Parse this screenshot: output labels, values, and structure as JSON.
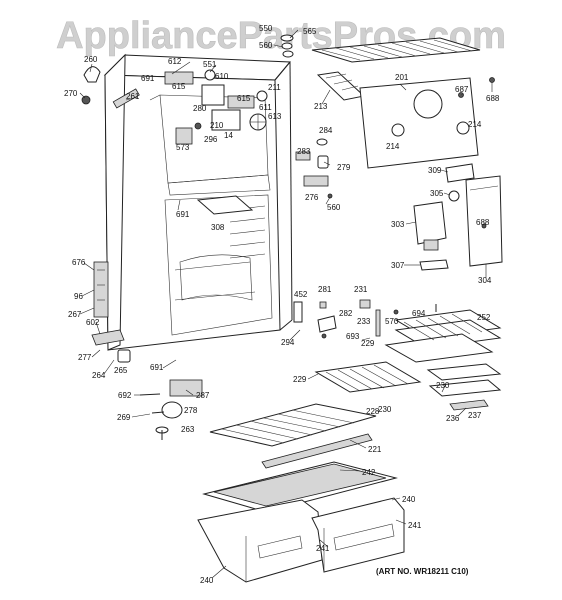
{
  "watermark": "AppliancePartsPros.com",
  "art_number": "(ART NO. WR18211 C10)",
  "callouts": [
    {
      "id": "c550",
      "text": "550"
    },
    {
      "id": "c560a",
      "text": "560"
    },
    {
      "id": "c565",
      "text": "565"
    },
    {
      "id": "c260",
      "text": "260"
    },
    {
      "id": "c270",
      "text": "270"
    },
    {
      "id": "c261",
      "text": "261"
    },
    {
      "id": "c612",
      "text": "612"
    },
    {
      "id": "c551",
      "text": "551"
    },
    {
      "id": "c610",
      "text": "610"
    },
    {
      "id": "c691a",
      "text": "691"
    },
    {
      "id": "c615a",
      "text": "615"
    },
    {
      "id": "c211",
      "text": "211"
    },
    {
      "id": "c280",
      "text": "280"
    },
    {
      "id": "c615b",
      "text": "615"
    },
    {
      "id": "c611",
      "text": "611"
    },
    {
      "id": "c210",
      "text": "210"
    },
    {
      "id": "c613",
      "text": "613"
    },
    {
      "id": "c14",
      "text": "14"
    },
    {
      "id": "c573",
      "text": "573"
    },
    {
      "id": "c296",
      "text": "296"
    },
    {
      "id": "c213",
      "text": "213"
    },
    {
      "id": "c201",
      "text": "201"
    },
    {
      "id": "c687",
      "text": "687"
    },
    {
      "id": "c688a",
      "text": "688"
    },
    {
      "id": "c284",
      "text": "284"
    },
    {
      "id": "c214a",
      "text": "214"
    },
    {
      "id": "c214b",
      "text": "214"
    },
    {
      "id": "c283",
      "text": "283"
    },
    {
      "id": "c279",
      "text": "279"
    },
    {
      "id": "c276",
      "text": "276"
    },
    {
      "id": "c560b",
      "text": "560"
    },
    {
      "id": "c309",
      "text": "309"
    },
    {
      "id": "c305",
      "text": "305"
    },
    {
      "id": "c303",
      "text": "303"
    },
    {
      "id": "c688b",
      "text": "688"
    },
    {
      "id": "c307",
      "text": "307"
    },
    {
      "id": "c304",
      "text": "304"
    },
    {
      "id": "c691b",
      "text": "691"
    },
    {
      "id": "c308",
      "text": "308"
    },
    {
      "id": "c676",
      "text": "676"
    },
    {
      "id": "c96",
      "text": "96"
    },
    {
      "id": "c267",
      "text": "267"
    },
    {
      "id": "c602",
      "text": "602"
    },
    {
      "id": "c277",
      "text": "277"
    },
    {
      "id": "c264",
      "text": "264"
    },
    {
      "id": "c265",
      "text": "265"
    },
    {
      "id": "c691c",
      "text": "691"
    },
    {
      "id": "c287",
      "text": "287"
    },
    {
      "id": "c692",
      "text": "692"
    },
    {
      "id": "c278",
      "text": "278"
    },
    {
      "id": "c269",
      "text": "269"
    },
    {
      "id": "c263",
      "text": "263"
    },
    {
      "id": "c452",
      "text": "452"
    },
    {
      "id": "c281",
      "text": "281"
    },
    {
      "id": "c231",
      "text": "231"
    },
    {
      "id": "c282",
      "text": "282"
    },
    {
      "id": "c233",
      "text": "233"
    },
    {
      "id": "c570",
      "text": "570"
    },
    {
      "id": "c694",
      "text": "694"
    },
    {
      "id": "c252",
      "text": "252"
    },
    {
      "id": "c693",
      "text": "693"
    },
    {
      "id": "c294",
      "text": "294"
    },
    {
      "id": "c229a",
      "text": "229"
    },
    {
      "id": "c229b",
      "text": "229"
    },
    {
      "id": "c230a",
      "text": "230"
    },
    {
      "id": "c230b",
      "text": "230"
    },
    {
      "id": "c228",
      "text": "228"
    },
    {
      "id": "c236",
      "text": "236"
    },
    {
      "id": "c237",
      "text": "237"
    },
    {
      "id": "c221",
      "text": "221"
    },
    {
      "id": "c242",
      "text": "242"
    },
    {
      "id": "c240a",
      "text": "240"
    },
    {
      "id": "c241a",
      "text": "241"
    },
    {
      "id": "c241b",
      "text": "241"
    },
    {
      "id": "c240b",
      "text": "240"
    }
  ]
}
